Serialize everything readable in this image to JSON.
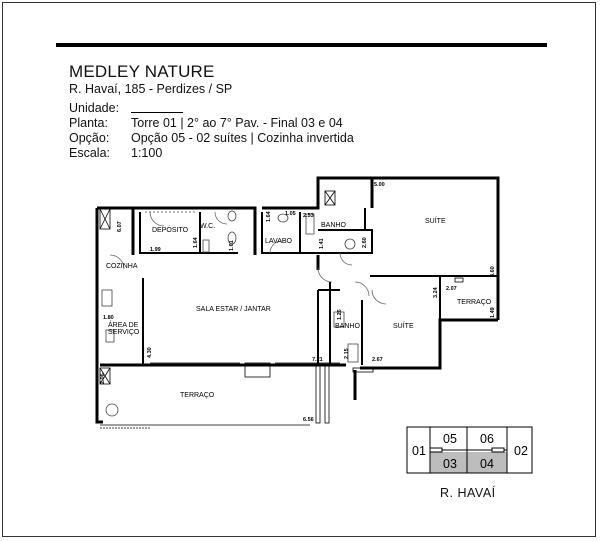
{
  "project": {
    "title": "MEDLEY NATURE",
    "address": "R. Havaí, 185 - Perdizes / SP"
  },
  "info": {
    "unidade_label": "Unidade:",
    "unidade_value": "",
    "planta_label": "Planta:",
    "planta_value": "Torre 01 | 2° ao 7° Pav. - Final 03 e 04",
    "opcao_label": "Opção:",
    "opcao_value": "Opção 05 - 02 suítes | Cozinha invertida",
    "escala_label": "Escala:",
    "escala_value": "1:100"
  },
  "rooms": {
    "deposito": "DEPÓSITO",
    "wc": "W.C.",
    "lavabo": "LAVABO",
    "banho_top": "BANHO",
    "suite_top": "SUÍTE",
    "cozinha": "COZINHA",
    "sala": "SALA ESTAR / JANTAR",
    "area_servico_1": "ÁREA DE",
    "area_servico_2": "SERVIÇO",
    "banho_mid": "BANHO",
    "suite_mid": "SUÍTE",
    "terraco_right": "TERRAÇO",
    "terraco_bottom": "TERRAÇO"
  },
  "dimensions": {
    "d607": "6.07",
    "d199": "1.99",
    "d164a": "1.64",
    "d161": "1.61",
    "d164b": "1.64",
    "d105": "1.05",
    "d253": "2.53",
    "d500": "5.00",
    "d141": "1.41",
    "d260": "2.60",
    "d360": "3.60",
    "d324": "3.24",
    "d207a": "2.07",
    "d149": "1.49",
    "d180": "1.80",
    "d430": "4.30",
    "d206": "2.06",
    "d721": "7.21",
    "d267": "2.67",
    "d215": "2.15",
    "d656": "6.56",
    "d126": "1.26"
  },
  "keyplan": {
    "u01": "01",
    "u02": "02",
    "u03": "03",
    "u04": "04",
    "u05": "05",
    "u06": "06",
    "street": "R. HAVAÍ",
    "highlight_color": "#bdbdbd"
  }
}
